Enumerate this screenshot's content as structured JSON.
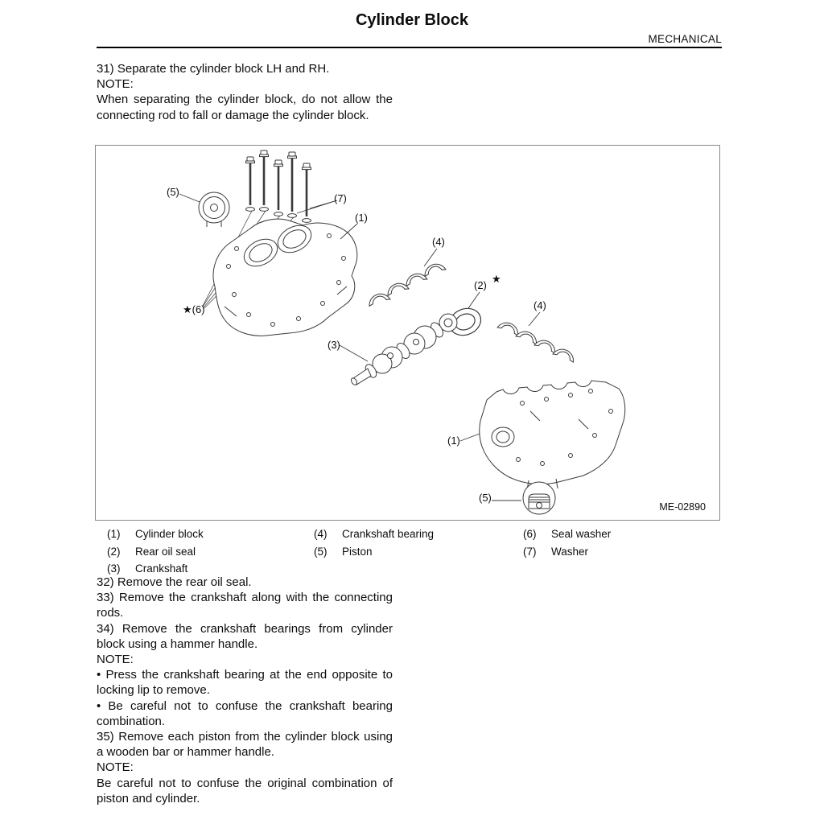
{
  "header": {
    "title": "Cylinder Block",
    "section": "MECHANICAL"
  },
  "content": {
    "step31": "31) Separate the cylinder block LH and RH.",
    "note1_label": "NOTE:",
    "note1": "When separating the cylinder block, do not allow the connecting rod to fall or damage the cylinder block.",
    "step32": "32) Remove the rear oil seal.",
    "step33": "33) Remove the crankshaft along with the connecting rods.",
    "step34": "34) Remove the crankshaft bearings from cylinder block using a hammer handle.",
    "note2_label": "NOTE:",
    "note2_bullet1": "• Press the crankshaft bearing at the end opposite to locking lip to remove.",
    "note2_bullet2": "• Be careful not to confuse the crankshaft bearing combination.",
    "step35": "35) Remove each piston from the cylinder block using a wooden bar or hammer handle.",
    "note3_label": "NOTE:",
    "note3": "Be careful not to confuse the original combination of piston and cylinder."
  },
  "figure": {
    "code": "ME-02890",
    "callouts": [
      {
        "text": "(5)"
      },
      {
        "text": "(7)"
      },
      {
        "text": "(1)"
      },
      {
        "text": "(4)"
      },
      {
        "text": "(2)"
      },
      {
        "text": "★"
      },
      {
        "text": "★(6)"
      },
      {
        "text": "(3)"
      },
      {
        "text": "(4)"
      },
      {
        "text": "(1)"
      },
      {
        "text": "(5)"
      }
    ]
  },
  "legend": {
    "columns": [
      {
        "items": [
          {
            "num": "(1)",
            "label": "Cylinder block"
          },
          {
            "num": "(2)",
            "label": "Rear oil seal"
          },
          {
            "num": "(3)",
            "label": "Crankshaft"
          }
        ]
      },
      {
        "items": [
          {
            "num": "(4)",
            "label": "Crankshaft bearing"
          },
          {
            "num": "(5)",
            "label": "Piston"
          }
        ]
      },
      {
        "items": [
          {
            "num": "(6)",
            "label": "Seal washer"
          },
          {
            "num": "(7)",
            "label": "Washer"
          }
        ]
      }
    ]
  }
}
